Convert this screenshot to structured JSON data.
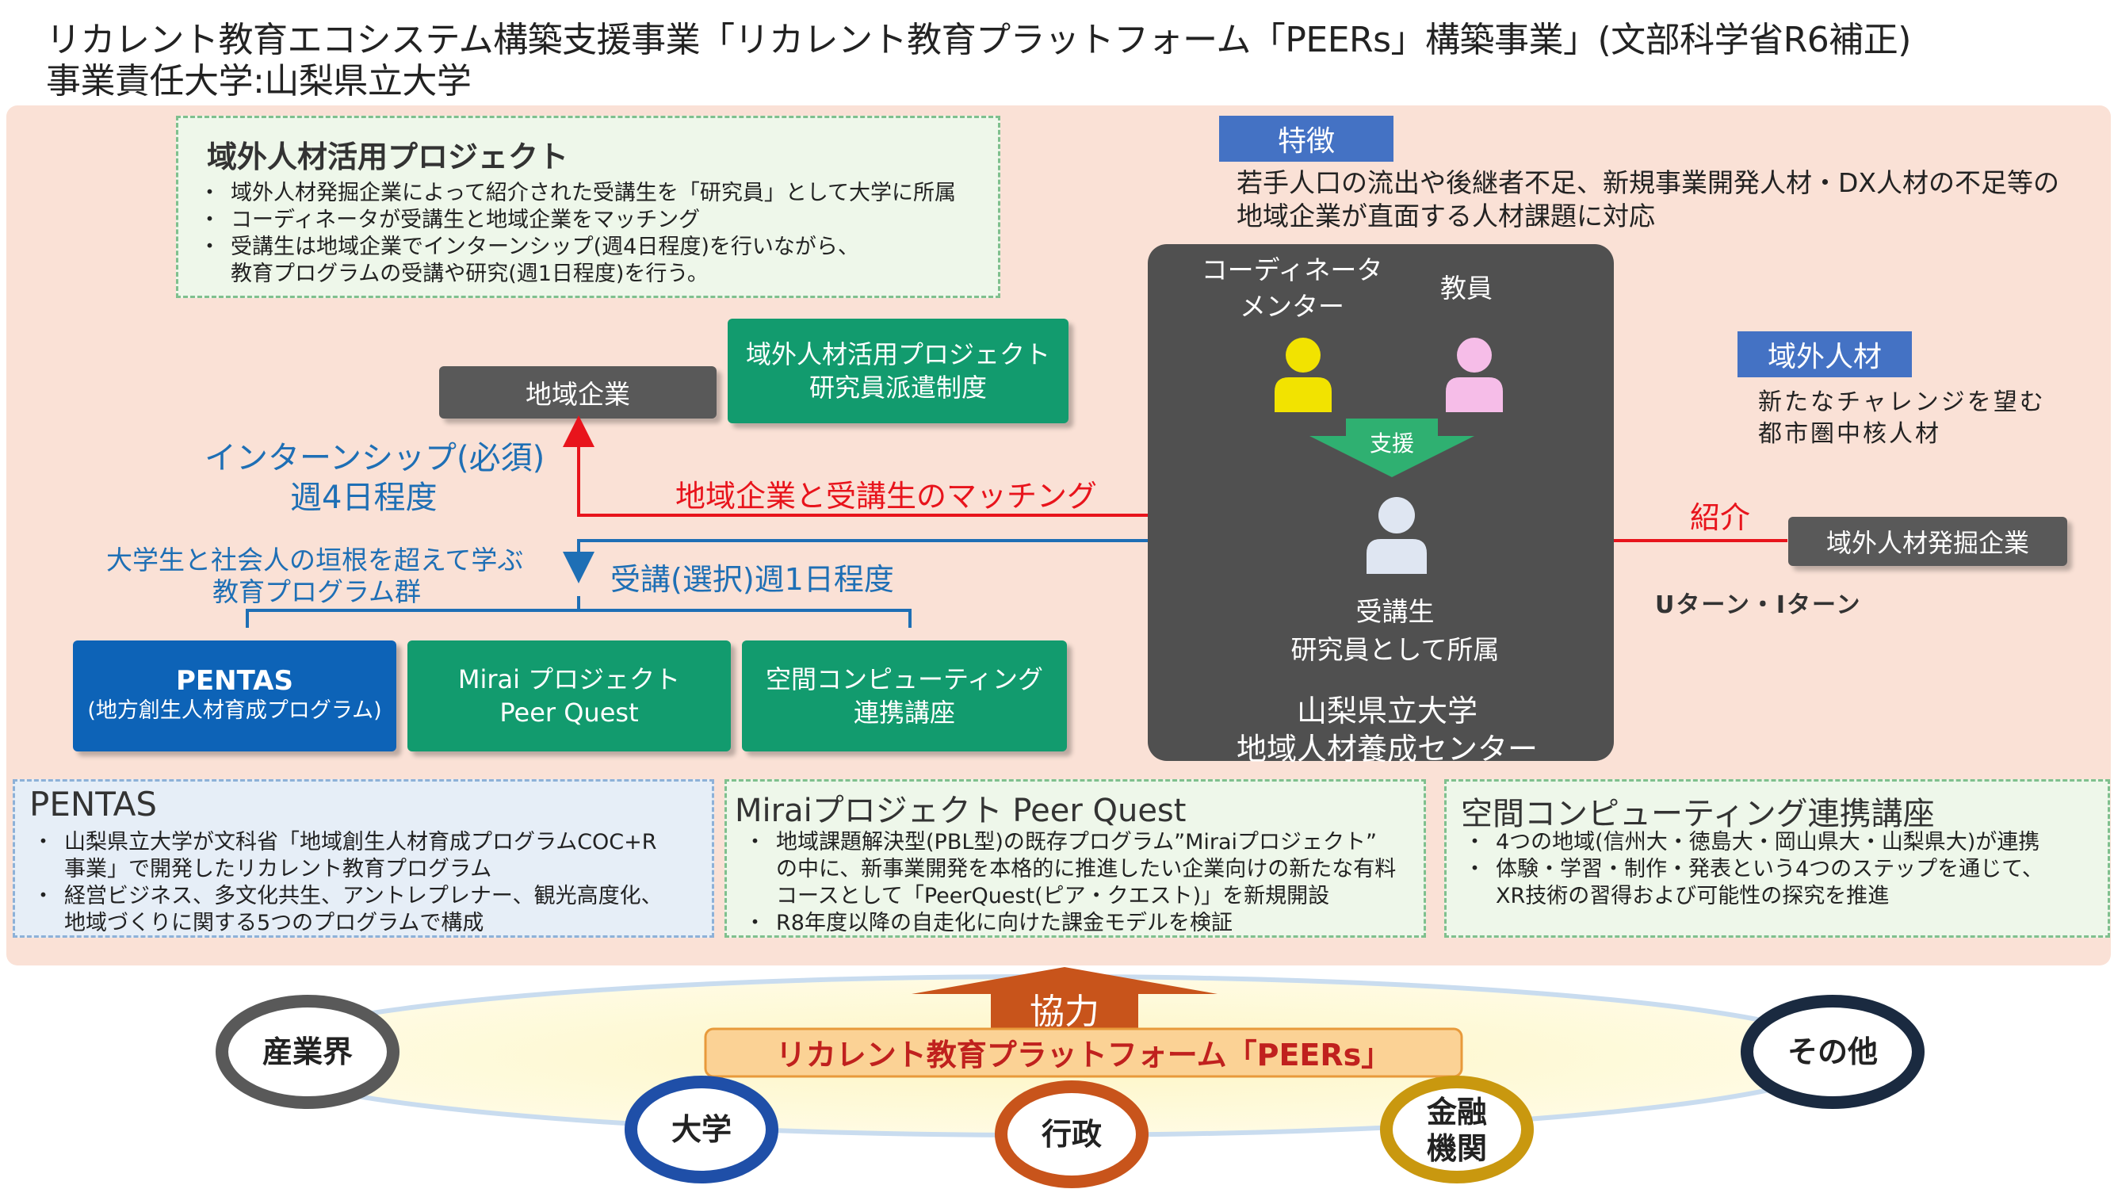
{
  "header": {
    "title_line1": "リカレント教育エコシステム構築支援事業「リカレント教育プラットフォーム「PEERs」構築事業」(文部科学省R6補正)",
    "title_line2": "事業責任大学:山梨県立大学"
  },
  "outside_project": {
    "title": "域外人材活用プロジェクト",
    "bullets": [
      "域外人材発掘企業によって紹介された受講生を「研究員」として大学に所属",
      "コーディネータが受講生と地域企業をマッチング",
      "受講生は地域企業でインターンシップ(週4日程度)を行いながら、\n教育プログラムの受講や研究(週1日程度)を行う。"
    ]
  },
  "features": {
    "tag": "特徴",
    "line1": "若手人口の流出や後継者不足、新規事業開発人材・DX人材の不足等の",
    "line2": "地域企業が直面する人材課題に対応"
  },
  "flow": {
    "regional_company": "地域企業",
    "dispatch_line1": "域外人材活用プロジェクト",
    "dispatch_line2": "研究員派遣制度",
    "internship_line1": "インターンシップ(必須)",
    "internship_line2": "週4日程度",
    "matching": "地域企業と受講生のマッチング",
    "programs_line1": "大学生と社会人の垣根を超えて学ぶ",
    "programs_line2": "教育プログラム群",
    "attendance": "受講(選択)週1日程度"
  },
  "programs": {
    "pentas_title": "PENTAS",
    "pentas_sub": "(地方創生人材育成プログラム)",
    "mirai_line1": "Mirai プロジェクト",
    "mirai_line2": "Peer Quest",
    "spatial_line1": "空間コンピューティング",
    "spatial_line2": "連携講座"
  },
  "center": {
    "coordinator_line1": "コーディネータ",
    "coordinator_line2": "メンター",
    "faculty": "教員",
    "support": "支援",
    "student_line1": "受講生",
    "student_line2": "研究員として所属",
    "org_line1": "山梨県立大学",
    "org_line2": "地域人材養成センター"
  },
  "outside_talent": {
    "tag": "域外人材",
    "desc_line1": "新たなチャレンジを望む",
    "desc_line2": "都市圏中核人材",
    "introduction": "紹介",
    "company": "域外人材発掘企業",
    "uturn": "Uターン・Iターン"
  },
  "pentas_box": {
    "title": "PENTAS",
    "bullets": [
      "山梨県立大学が文科省「地域創生人材育成プログラムCOC+R\n事業」で開発したリカレント教育プログラム",
      "経営ビジネス、多文化共生、アントレプレナー、観光高度化、\n地域づくりに関する5つのプログラムで構成"
    ]
  },
  "mirai_box": {
    "title": "Miraiプロジェクト Peer Quest",
    "bullets": [
      "地域課題解決型(PBL型)の既存プログラム”Miraiプロジェクト”\nの中に、新事業開発を本格的に推進したい企業向けの新たな有料\nコースとして「PeerQuest(ピア・クエスト)」を新規開設",
      "R8年度以降の自走化に向けた課金モデルを検証"
    ]
  },
  "spatial_box": {
    "title": "空間コンピューティング連携講座",
    "bullets": [
      "4つの地域(信州大・徳島大・岡山県大・山梨県大)が連携",
      "体験・学習・制作・発表という4つのステップを通じて、\nXR技術の習得および可能性の探究を推進"
    ]
  },
  "platform": {
    "cooperation": "協力",
    "name": "リカレント教育プラットフォーム「PEERs」",
    "members": {
      "industry": "産業界",
      "university": "大学",
      "government": "行政",
      "finance_line1": "金融",
      "finance_line2": "機関",
      "others": "その他"
    }
  },
  "colors": {
    "panel_bg": "#fae1d6",
    "green": "#129b6e",
    "blue": "#0d63b7",
    "dark_gray": "#505050",
    "red_arrow": "#e8141c",
    "blue_text": "#1e6fb5",
    "orange": "#c8541b",
    "coordinator_icon": "#f2e300",
    "faculty_icon": "#f6bde8",
    "student_icon": "#dfe6f2"
  },
  "icons": [
    "person-icon",
    "down-arrow-icon",
    "up-arrow-icon"
  ]
}
